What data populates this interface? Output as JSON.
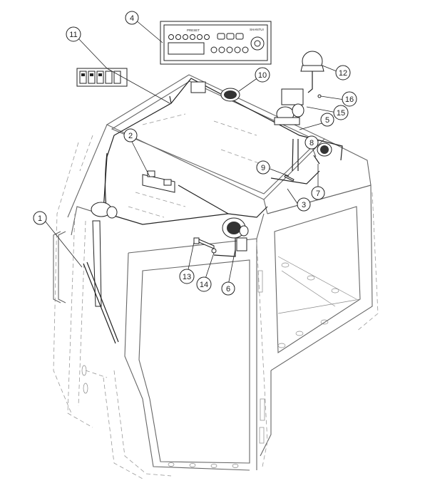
{
  "callouts": [
    {
      "label": "1"
    },
    {
      "label": "2"
    },
    {
      "label": "3"
    },
    {
      "label": "4"
    },
    {
      "label": "5"
    },
    {
      "label": "6"
    },
    {
      "label": "7"
    },
    {
      "label": "8"
    },
    {
      "label": "9"
    },
    {
      "label": "10"
    },
    {
      "label": "11"
    },
    {
      "label": "12"
    },
    {
      "label": "13"
    },
    {
      "label": "14"
    },
    {
      "label": "15"
    },
    {
      "label": "16"
    }
  ],
  "radio_panel": {
    "preset_label": "PRESET",
    "brand": "SHANTUI"
  }
}
